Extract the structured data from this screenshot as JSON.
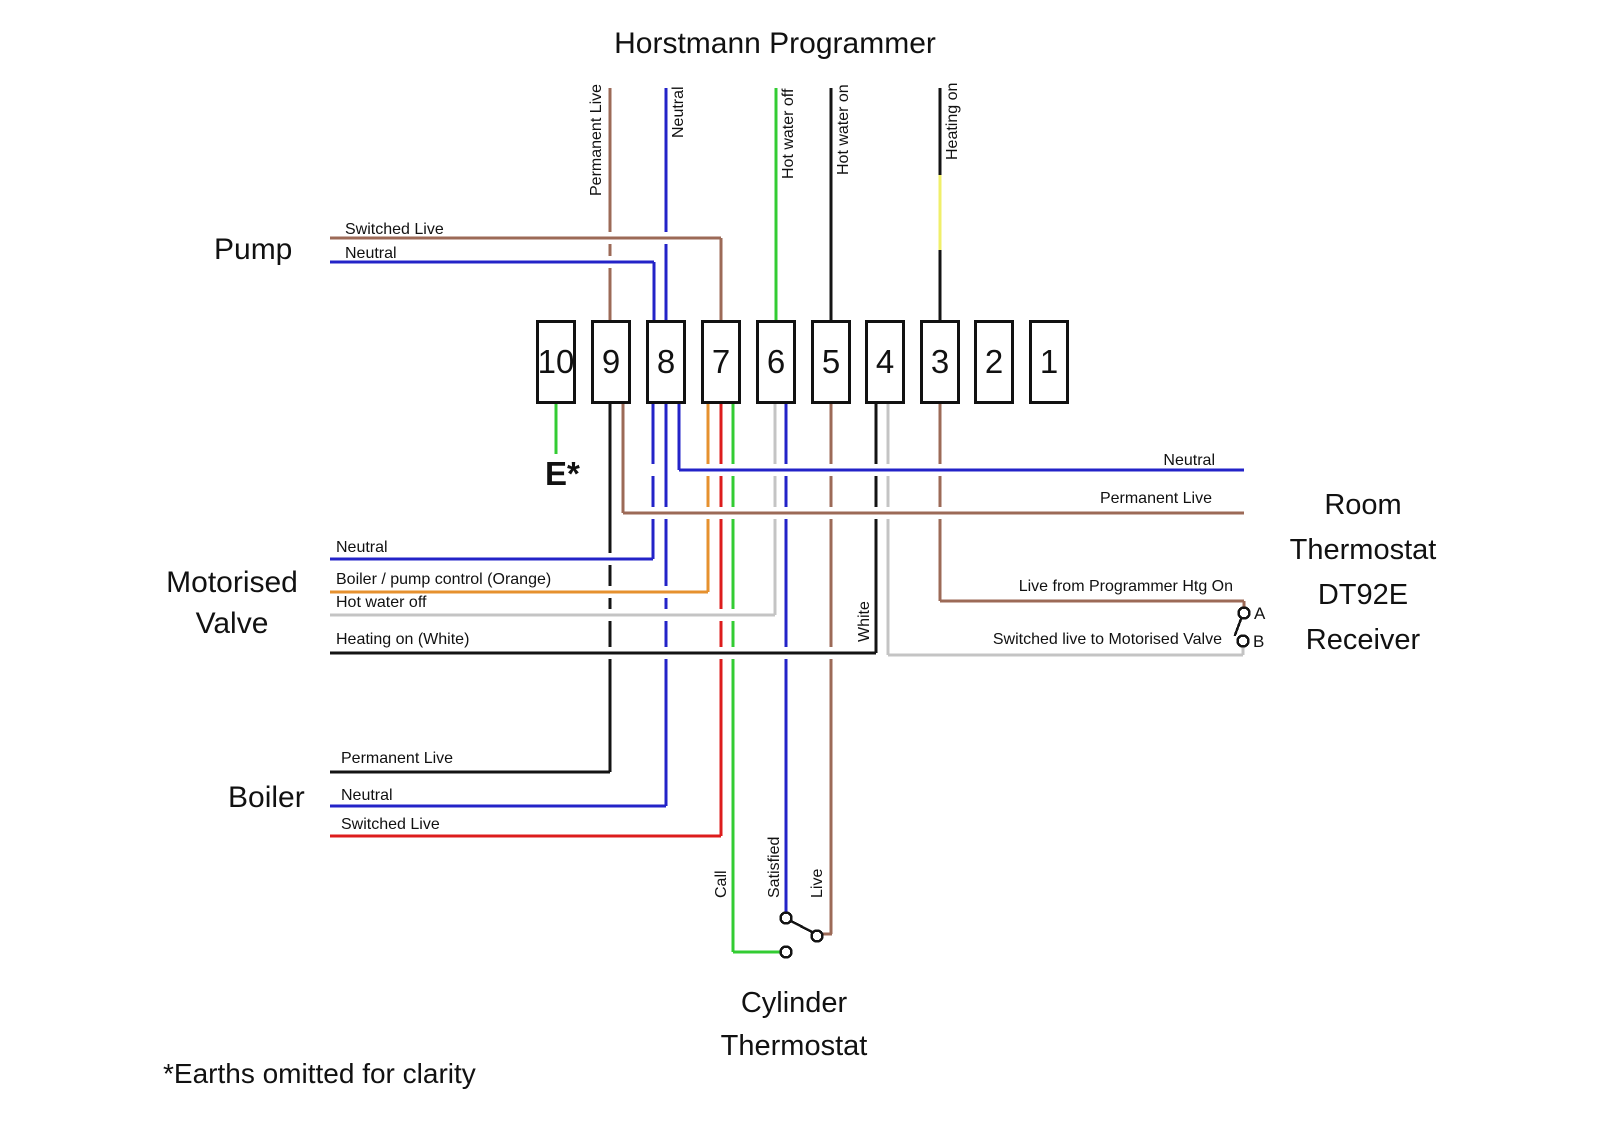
{
  "diagram": {
    "title": "Horstmann Programmer",
    "footnote": "*Earths omitted for clarity",
    "earth_label": "E*",
    "programmer": {
      "terminals": [
        "10",
        "9",
        "8",
        "7",
        "6",
        "5",
        "4",
        "3",
        "2",
        "1"
      ],
      "top_wire_labels": [
        "Permanent Live",
        "Neutral",
        "Hot water off",
        "Hot water on",
        "Heating on"
      ]
    },
    "pump": {
      "label": "Pump",
      "switched_live": "Switched Live",
      "neutral": "Neutral"
    },
    "motorised_valve": {
      "label_line1": "Motorised",
      "label_line2": "Valve",
      "neutral": "Neutral",
      "boiler_pump_control": "Boiler / pump control (Orange)",
      "hot_water_off": "Hot water off",
      "heating_on": "Heating on (White)"
    },
    "boiler": {
      "label": "Boiler",
      "permanent_live": "Permanent Live",
      "neutral": "Neutral",
      "switched_live": "Switched Live"
    },
    "room_thermostat": {
      "label_line1": "Room",
      "label_line2": "Thermostat",
      "label_line3": "DT92E",
      "label_line4": "Receiver",
      "neutral": "Neutral",
      "permanent_live": "Permanent Live",
      "live_from_programmer": "Live from Programmer Htg On",
      "switched_live_to_valve": "Switched live to Motorised Valve",
      "terminal_a": "A",
      "terminal_b": "B"
    },
    "cylinder_thermostat": {
      "label_line1": "Cylinder",
      "label_line2": "Thermostat",
      "call": "Call",
      "satisfied": "Satisfied",
      "live": "Live",
      "white_label": "White"
    },
    "colors": {
      "brown": "#9c6a57",
      "blue": "#2323c8",
      "green": "#33cc33",
      "red": "#dd1c1c",
      "orange": "#e6912f",
      "gray": "#c4c4c4",
      "yellow": "#f0ef6a",
      "black": "#141414"
    }
  }
}
